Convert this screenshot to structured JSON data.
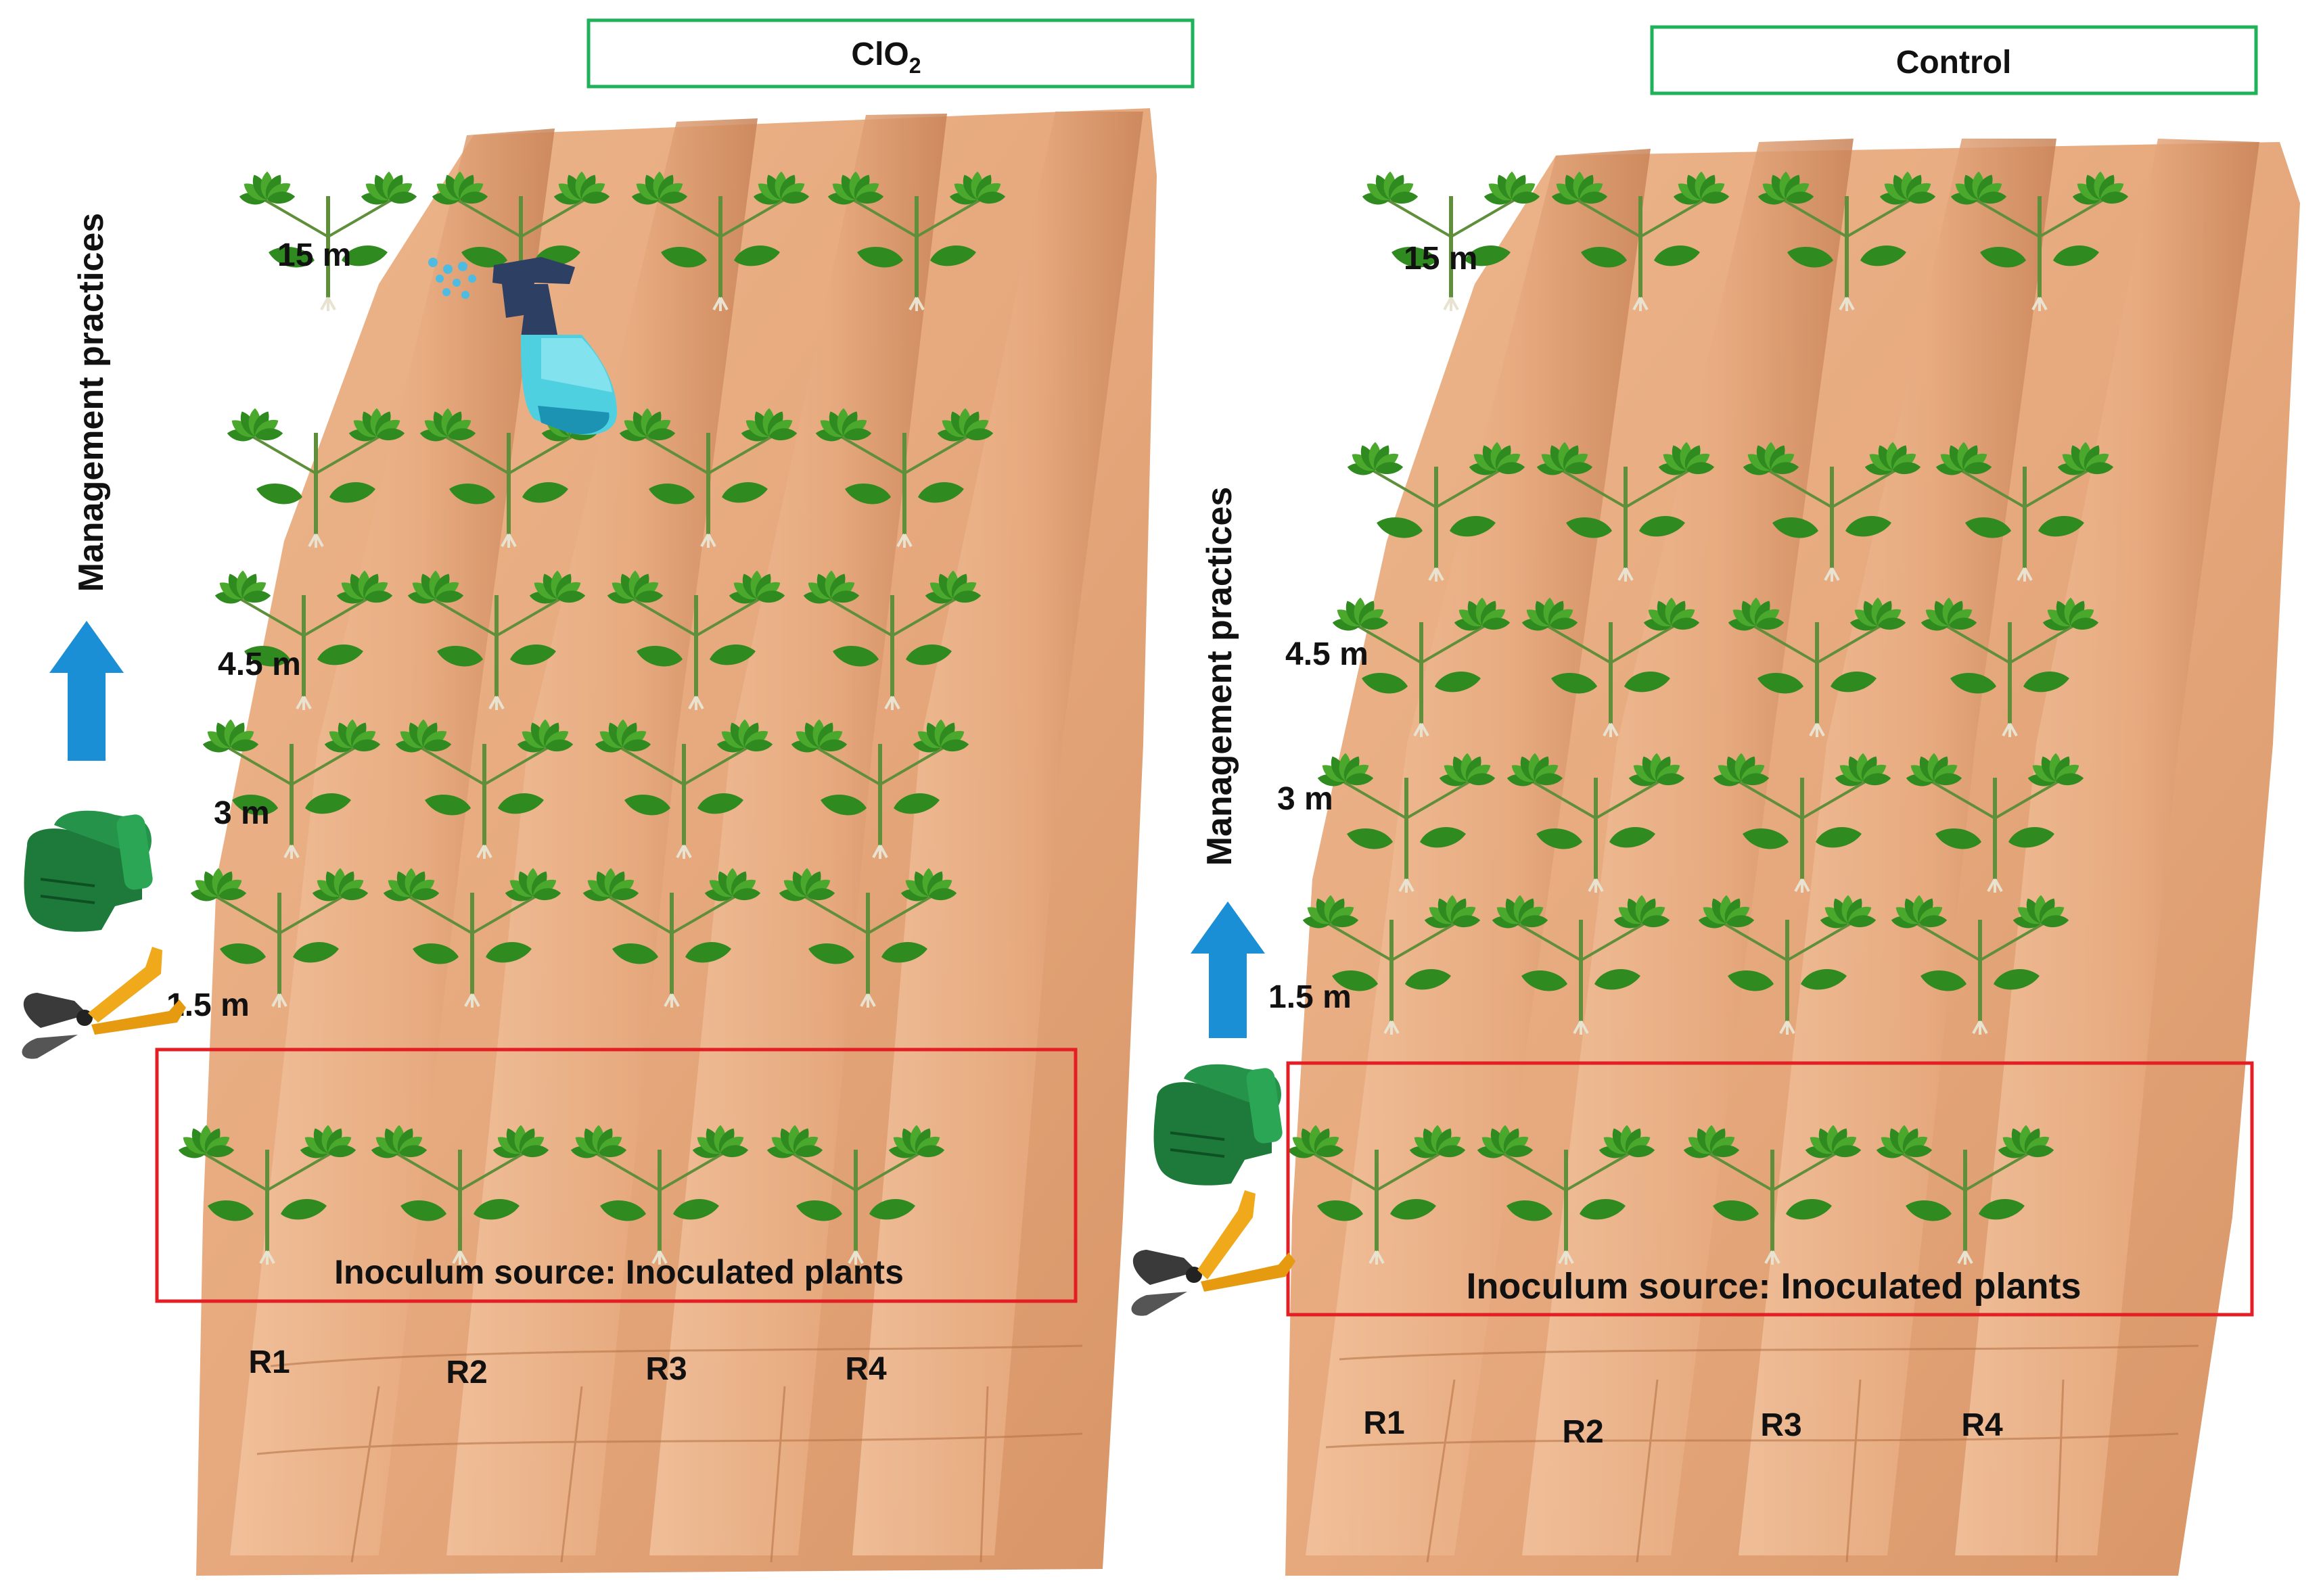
{
  "panels": [
    {
      "title": "ClO",
      "title_sub": "2",
      "side_label": "Management practices",
      "distances": [
        "15 m",
        "4.5 m",
        "3 m",
        "1.5 m"
      ],
      "inoculum_label": "Inoculum source: Inoculated plants",
      "rows": [
        "R1",
        "R2",
        "R3",
        "R4"
      ]
    },
    {
      "title": "Control",
      "title_sub": "",
      "side_label": "Management practices",
      "distances": [
        "15 m",
        "4.5 m",
        "3 m",
        "1.5 m"
      ],
      "inoculum_label": "Inoculum source: Inoculated plants",
      "rows": [
        "R1",
        "R2",
        "R3",
        "R4"
      ]
    }
  ],
  "colors": {
    "title_box_border": "#1fb25a",
    "inoculum_box_border": "#e31e24",
    "arrow": "#1a8fd6",
    "soil": "#e7ad82",
    "plant": "#2f8a1f",
    "glove": "#1d7a3a",
    "pruner_handle": "#f0a91b",
    "spray_bottle": "#4fd0e0"
  },
  "icons": [
    "spray-bottle-icon",
    "gloves-icon",
    "pruning-shears-icon",
    "up-arrow-icon",
    "tomato-plant-icon"
  ]
}
